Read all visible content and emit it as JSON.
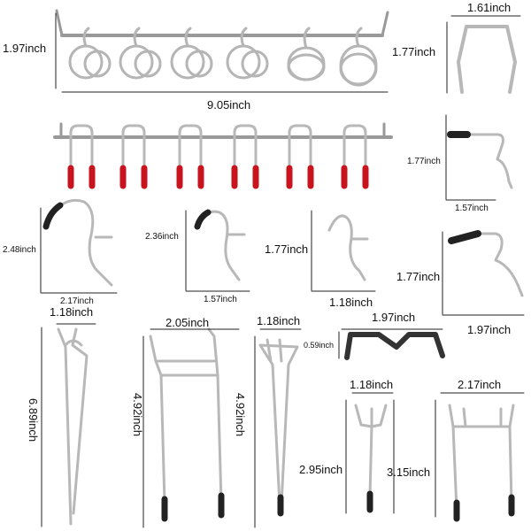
{
  "colors": {
    "metal": "#b8b8b8",
    "metal_dark": "#7a7a7a",
    "tip_red": "#c8141e",
    "tip_black": "#222222",
    "clip_black": "#333333",
    "line": "#222222"
  },
  "labels": {
    "top_hook_bar_height": "1.97inch",
    "top_hook_bar_width": "9.05inch",
    "u_hook_height": "1.77inch",
    "u_hook_width": "1.61inch",
    "small_hook_height": "1.77inch",
    "small_hook_width": "1.57inch",
    "hook_a_height": "2.48inch",
    "hook_a_width": "2.17inch",
    "hook_b_height": "2.36inch",
    "hook_b_width": "1.57inch",
    "hook_c_height": "1.77inch",
    "hook_c_width": "1.18inch",
    "hook_d_height": "1.77inch",
    "hook_d_width": "1.97inch",
    "long_hook_width": "1.18inch",
    "long_hook_height": "6.89inch",
    "double_hook_width": "2.05inch",
    "double_hook_height": "4.92inch",
    "fork_hook_width": "1.18inch",
    "fork_hook_height": "4.92inch",
    "clip_width": "1.97inch",
    "clip_height": "0.59inch",
    "small_fork_width": "1.18inch",
    "small_fork_height": "2.95inch",
    "wide_fork_width": "2.17inch",
    "wide_fork_height": "3.15inch"
  }
}
